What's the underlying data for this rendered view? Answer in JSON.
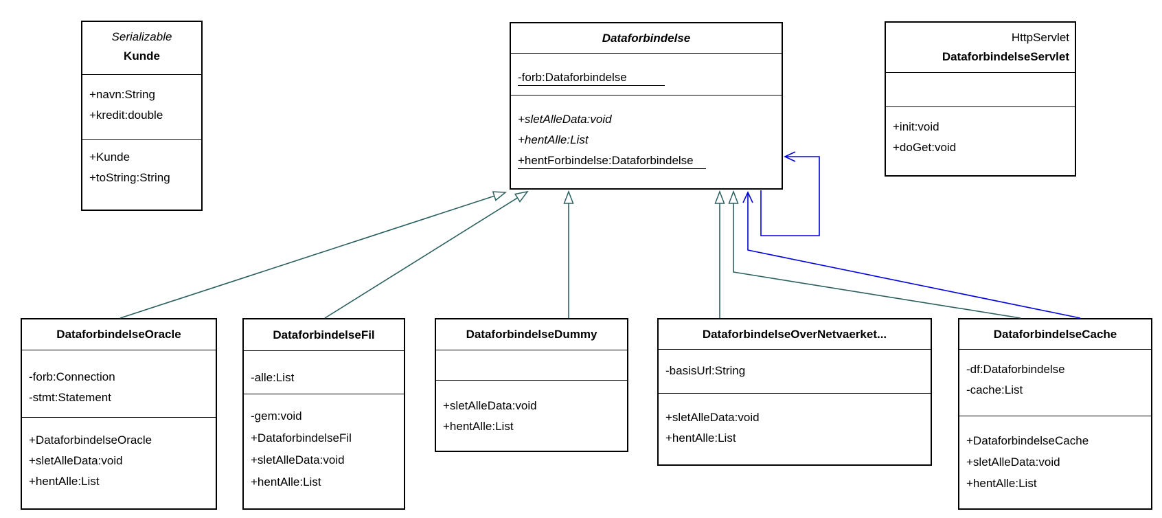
{
  "diagram": {
    "title": "Dataforbindelse UML class diagram",
    "colors": {
      "inheritance_line": "#2b5f5f",
      "association_line": "#0000dd",
      "box_border": "#000000",
      "background": "#ffffff",
      "text": "#000000"
    },
    "classes": [
      {
        "id": "kunde",
        "stereotype": "Serializable",
        "name": "Kunde",
        "attributes": [
          "+navn:String",
          "+kredit:double"
        ],
        "methods": [
          "+Kunde",
          "+toString:String"
        ]
      },
      {
        "id": "dataforbindelse",
        "name": "Dataforbindelse",
        "abstract": true,
        "attributes": [
          "-forb:Dataforbindelse"
        ],
        "methods": [
          "+sletAlleData:void",
          "+hentAlle:List",
          "+hentForbindelse:Dataforbindelse"
        ]
      },
      {
        "id": "servlet",
        "superclass_label": "HttpServlet",
        "name": "DataforbindelseServlet",
        "attributes": [],
        "methods": [
          "+init:void",
          "+doGet:void"
        ]
      },
      {
        "id": "oracle",
        "name": "DataforbindelseOracle",
        "attributes": [
          "-forb:Connection",
          "-stmt:Statement"
        ],
        "methods": [
          "+DataforbindelseOracle",
          "+sletAlleData:void",
          "+hentAlle:List"
        ]
      },
      {
        "id": "fil",
        "name": "DataforbindelseFil",
        "attributes": [
          "-alle:List"
        ],
        "methods": [
          "-gem:void",
          "+DataforbindelseFil",
          "+sletAlleData:void",
          "+hentAlle:List"
        ]
      },
      {
        "id": "dummy",
        "name": "DataforbindelseDummy",
        "attributes": [],
        "methods": [
          "+sletAlleData:void",
          "+hentAlle:List"
        ]
      },
      {
        "id": "overnetvaerket",
        "name": "DataforbindelseOverNetvaerket...",
        "attributes": [
          "-basisUrl:String"
        ],
        "methods": [
          "+sletAlleData:void",
          "+hentAlle:List"
        ]
      },
      {
        "id": "cache",
        "name": "DataforbindelseCache",
        "attributes": [
          "-df:Dataforbindelse",
          "-cache:List"
        ],
        "methods": [
          "+DataforbindelseCache",
          "+sletAlleData:void",
          "+hentAlle:List"
        ]
      }
    ],
    "relationships": [
      {
        "type": "generalization",
        "from": "DataforbindelseOracle",
        "to": "Dataforbindelse"
      },
      {
        "type": "generalization",
        "from": "DataforbindelseFil",
        "to": "Dataforbindelse"
      },
      {
        "type": "generalization",
        "from": "DataforbindelseDummy",
        "to": "Dataforbindelse"
      },
      {
        "type": "generalization",
        "from": "DataforbindelseOverNetvaerket...",
        "to": "Dataforbindelse"
      },
      {
        "type": "generalization",
        "from": "DataforbindelseCache",
        "to": "Dataforbindelse"
      },
      {
        "type": "association",
        "from": "Dataforbindelse",
        "to": "Dataforbindelse"
      },
      {
        "type": "association",
        "from": "DataforbindelseCache",
        "to": "Dataforbindelse"
      }
    ]
  }
}
